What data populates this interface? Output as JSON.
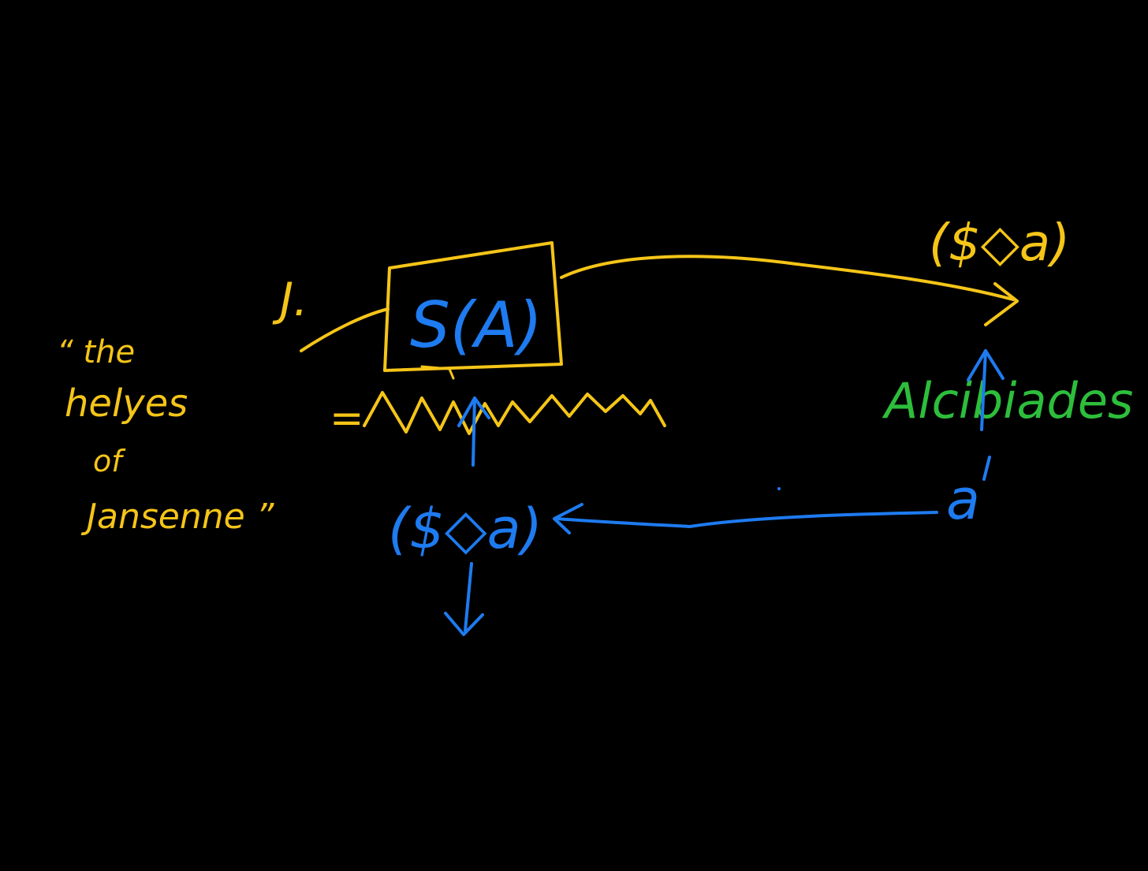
{
  "colors": {
    "background": "#000000",
    "yellow": "#F5C518",
    "blue": "#1E7BF0",
    "green": "#2DBE3C"
  },
  "labels": {
    "quote": [
      "“ the",
      "helyes",
      "of",
      "Jansenne ”"
    ],
    "j_label": "J.",
    "box_label": "S(A)",
    "equals": "=",
    "top_right_matheme": "($◇a)",
    "alcibiades": "Alcibiades",
    "small_a": "a",
    "bottom_matheme": "($◇a)"
  }
}
